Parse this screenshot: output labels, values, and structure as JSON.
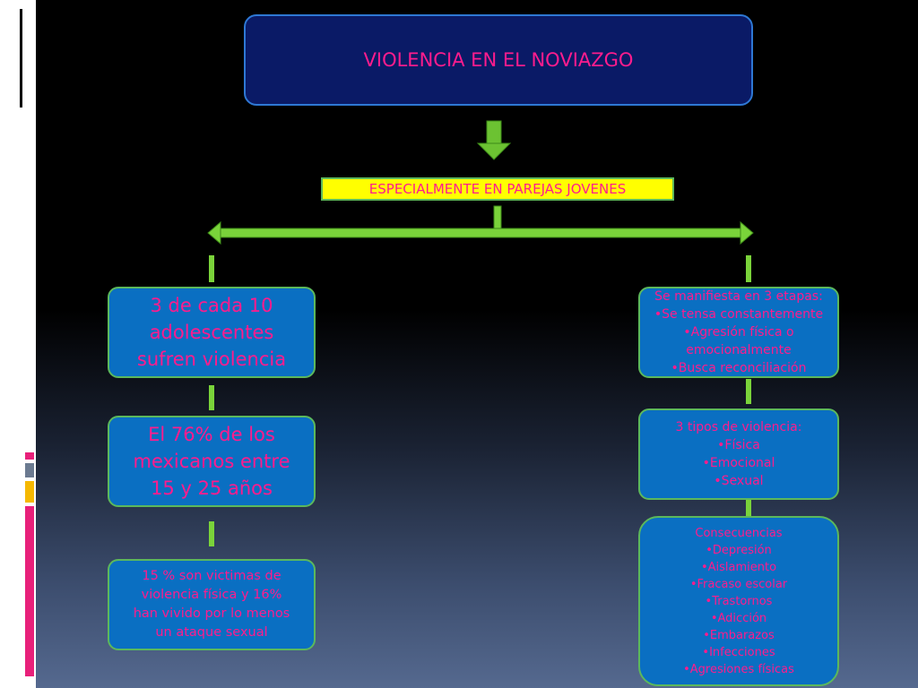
{
  "title": "VIOLENCIA EN EL NOVIAZGO",
  "subtitle": "ESPECIALMENTE EN PAREJAS JOVENES",
  "left": {
    "box1": [
      "3 de cada 10",
      "adolescentes",
      "sufren violencia"
    ],
    "box2": [
      "El 76% de los",
      "mexicanos entre",
      "15 y 25 años"
    ],
    "box3": [
      "15 % son victimas de",
      "violencia física y 16%",
      "han vivido por lo menos",
      "un ataque sexual"
    ]
  },
  "right": {
    "box1": [
      "Se manifiesta en 3 etapas:",
      "•Se tensa constantemente",
      "•Agresión física o",
      "emocionalmente",
      "•Busca reconciliación"
    ],
    "box2": [
      "3 tipos de violencia:",
      "•Física",
      "•Emocional",
      "•Sexual"
    ],
    "box3": [
      "Consecuencias",
      "•Depresión",
      "•Aislamiento",
      "•Fracaso escolar",
      "•Trastornos",
      "•Adicción",
      "•Embarazos",
      "•Infecciones",
      "•Agresiones físicas"
    ]
  },
  "colors": {
    "box_fill": "#0a6fc2",
    "box_border": "#5cb85c",
    "text": "#ff1c8d",
    "connector": "#7ad33a",
    "title_fill": "#0a1a66"
  }
}
